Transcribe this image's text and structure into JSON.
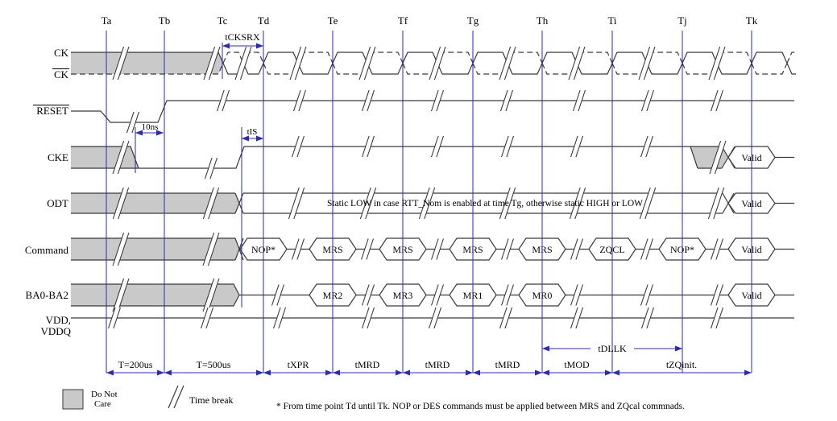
{
  "colors": {
    "background": "#ffffff",
    "accent_blue": "#2a2ac0",
    "signal_line": "#3a3a3a",
    "dont_care_fill": "#c9c9c9",
    "text": "#000000"
  },
  "timeline": {
    "labels": [
      "Ta",
      "Tb",
      "Tc",
      "Td",
      "Te",
      "Tf",
      "Tg",
      "Th",
      "Ti",
      "Tj",
      "Tk"
    ]
  },
  "signals": {
    "ck": {
      "label": "CK"
    },
    "ck_n": {
      "label": "CK"
    },
    "reset": {
      "label": "RESET"
    },
    "cke": {
      "label": "CKE",
      "valid": "Valid"
    },
    "odt": {
      "label": "ODT",
      "note": "Static LOW in case RTT_Nom is enabled at time Tg, otherwise static HIGH or LOW",
      "valid": "Valid"
    },
    "command": {
      "label": "Command",
      "sequence": [
        "NOP*",
        "MRS",
        "MRS",
        "MRS",
        "MRS",
        "ZQCL",
        "NOP*",
        "Valid"
      ]
    },
    "ba": {
      "label": "BA0-BA2",
      "sequence": [
        "MR2",
        "MR3",
        "MR1",
        "MR0",
        "Valid"
      ]
    },
    "vdd": {
      "label_line1": "VDD,",
      "label_line2": "VDDQ"
    }
  },
  "annotations": {
    "tcksrx": "tCKSRX",
    "ns10": "10ns",
    "tis": "tIS",
    "tdllk": "tDLLK"
  },
  "measurements": [
    "T=200us",
    "T=500us",
    "tXPR",
    "tMRD",
    "tMRD",
    "tMRD",
    "tMOD",
    "tZQinit."
  ],
  "legend": {
    "dont_care_line1": "Do Not",
    "dont_care_line2": "Care",
    "time_break": "Time break"
  },
  "footnote": "* From time point Td until Tk. NOP or DES commands must be applied between MRS and ZQcal commnads."
}
